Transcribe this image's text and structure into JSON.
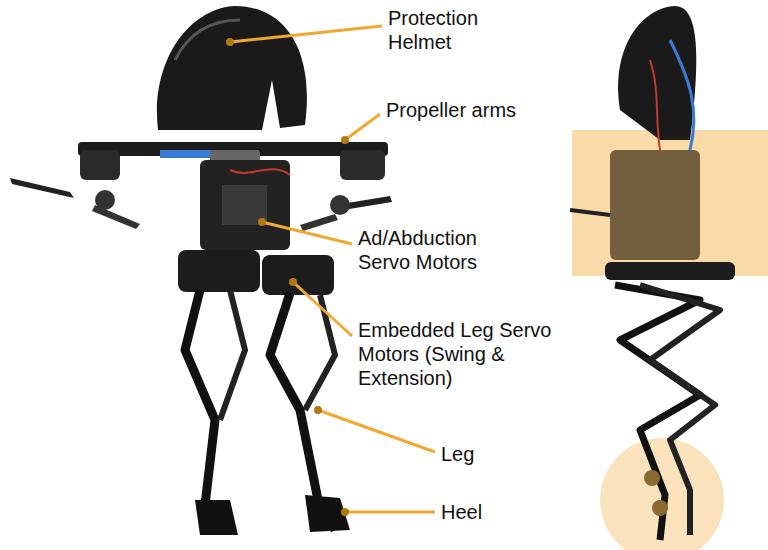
{
  "diagram": {
    "labels": [
      "Protection Helmet",
      "Propeller arms",
      "Ad/Abduction Servo Motors",
      "Embedded Leg Servo Motors (Swing & Extension)",
      "Leg",
      "Heel"
    ]
  }
}
